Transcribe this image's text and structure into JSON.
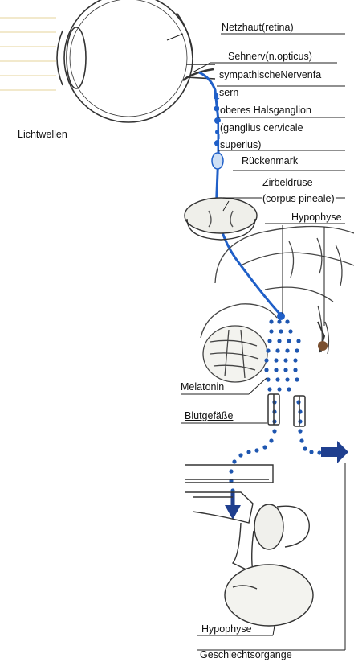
{
  "labels": {
    "netzhaut": "Netzhaut(retina)",
    "sehnerv": "Sehnerv(n.opticus)",
    "sympathische_line1": "sympathischeNervenfa",
    "sympathische_line2": "sern",
    "halsganglion_line1": "oberes Halsganglion",
    "halsganglion_line2": "(ganglius cervicale",
    "halsganglion_line3": "superius)",
    "lichtwellen": "Lichtwellen",
    "rueckenmark": "Rückenmark",
    "zirbeldruese_line1": "Zirbeldrüse",
    "zirbeldruese_line2": "(corpus pineale)",
    "hypophyse_top": "Hypophyse",
    "melatonin": "Melatonin",
    "blutgefaesse": "Blutgefäße",
    "hypophyse_bottom": "Hypophyse",
    "geschlechtsorgane": "Geschlechtsorgange"
  },
  "colors": {
    "nerve_path": "#1f5fc8",
    "melatonin_dots": "#1e56b0",
    "arrow": "#1f3f8f",
    "sketch": "#333333"
  }
}
